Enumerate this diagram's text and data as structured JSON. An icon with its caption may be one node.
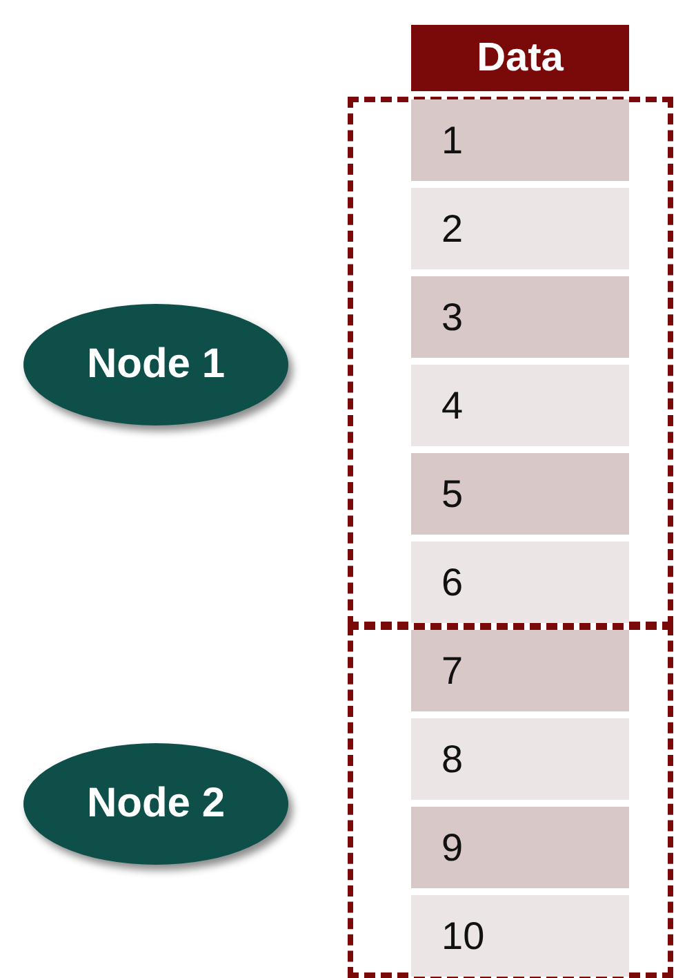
{
  "diagram": {
    "nodes": [
      {
        "text": [
          "Data"
        ]
      },
      {
        "text": [],
        "shape": "box"
      },
      {
        "text": [
          "1"
        ],
        "in": 1
      },
      {
        "text": [
          "2"
        ],
        "in": 1
      },
      {
        "text": [
          "3"
        ],
        "in": 1
      },
      {
        "text": [
          "4"
        ],
        "in": 1
      },
      {
        "text": [
          "5"
        ],
        "in": 1
      },
      {
        "text": [
          "6"
        ],
        "in": 1
      },
      {
        "text": [
          "Node 1"
        ]
      },
      {
        "text": [],
        "shape": "box"
      },
      {
        "text": [
          "7"
        ],
        "in": 9
      },
      {
        "text": [
          "8"
        ],
        "in": 9
      },
      {
        "text": [
          "9"
        ],
        "in": 9
      },
      {
        "text": [
          "10"
        ],
        "in": 9
      },
      {
        "text": [
          "Node 2"
        ]
      }
    ]
  }
}
